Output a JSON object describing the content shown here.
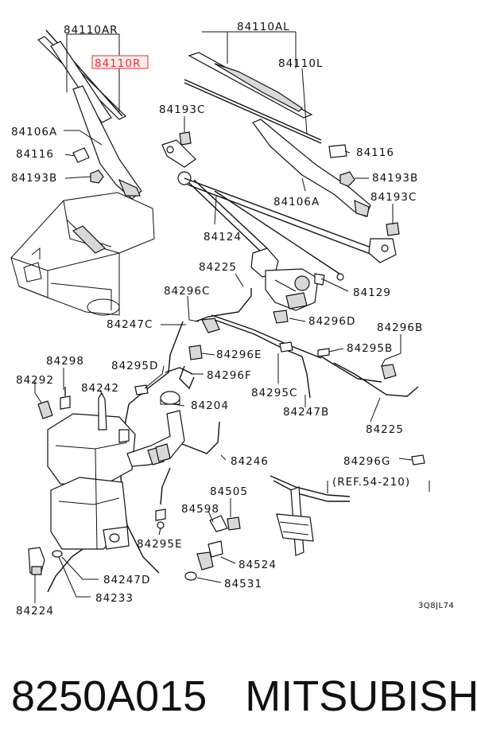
{
  "labels": {
    "p84110AR": "84110AR",
    "p84110R": "84110R",
    "p84110AL": "84110AL",
    "p84110L": "84110L",
    "p84106A_left": "84106A",
    "p84106A_right": "84106A",
    "p84116_left": "84116",
    "p84116_right": "84116",
    "p84193B_left": "84193B",
    "p84193B_right": "84193B",
    "p84193C_top": "84193C",
    "p84193C_right": "84193C",
    "p84124": "84124",
    "p84225_top": "84225",
    "p84225_bottom": "84225",
    "p84129": "84129",
    "p84296C": "84296C",
    "p84247C": "84247C",
    "p84296D": "84296D",
    "p84296B": "84296B",
    "p84296E": "84296E",
    "p84295B": "84295B",
    "p84295D": "84295D",
    "p84296F": "84296F",
    "p84298": "84298",
    "p84292": "84292",
    "p84242": "84242",
    "p84295C": "84295C",
    "p84247B": "84247B",
    "p84204": "84204",
    "p84246": "84246",
    "p84296G": "84296G",
    "ref": "(REF.54-210)",
    "p84505": "84505",
    "p84598": "84598",
    "p84295E": "84295E",
    "p84524": "84524",
    "p84531": "84531",
    "p84247D": "84247D",
    "p84233": "84233",
    "p84224": "84224",
    "code": "3Q8JL74"
  },
  "highlight_color": "#d9363e",
  "caption": {
    "part_number": "8250A015",
    "brand": "MITSUBISHI"
  }
}
